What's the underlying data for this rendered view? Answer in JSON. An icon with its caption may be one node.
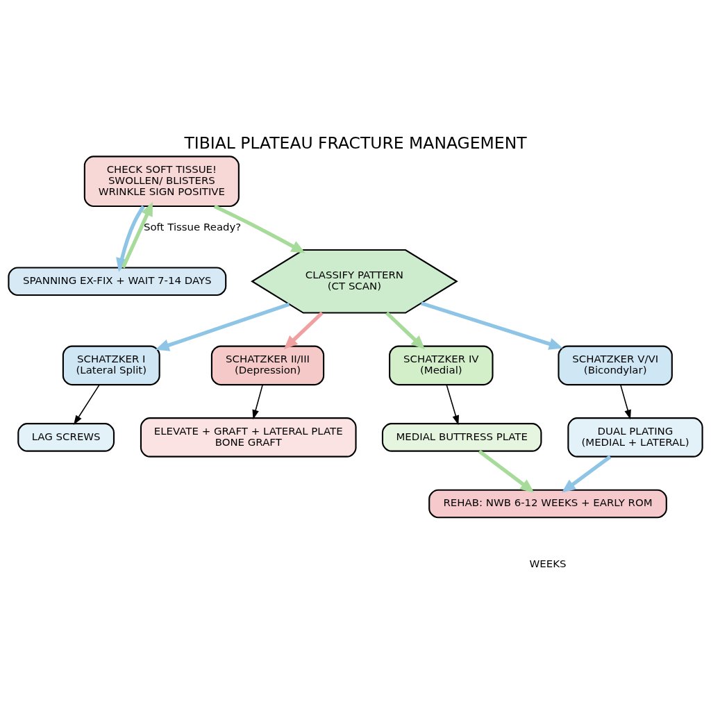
{
  "diagram": {
    "title": "TIBIAL PLATEAU FRACTURE MANAGEMENT",
    "nodes": [
      {
        "text": [
          "CHECK SOFT TISSUE!",
          "SWOLLEN/ BLISTERS",
          "WRINKLE SIGN POSITIVE"
        ]
      },
      {
        "text": [
          "SPANNING EX-FIX + WAIT 7-14 DAYS"
        ]
      },
      {
        "text": [
          "CLASSIFY PATTERN",
          "(CT SCAN)"
        ]
      },
      {
        "text": [
          "SCHATZKER I",
          "(Lateral Split)"
        ]
      },
      {
        "text": [
          "LAG SCREWS"
        ]
      },
      {
        "text": [
          "SCHATZKER II/III",
          "(Depression)"
        ]
      },
      {
        "text": [
          "ELEVATE + GRAFT + LATERAL PLATE",
          "BONE GRAFT"
        ]
      },
      {
        "text": [
          "SCHATZKER IV",
          "(Medial)"
        ]
      },
      {
        "text": [
          "MEDIAL BUTTRESS PLATE"
        ]
      },
      {
        "text": [
          "SCHATZKER V/VI",
          "(Bicondylar)"
        ]
      },
      {
        "text": [
          "DUAL PLATING",
          "(MEDIAL + LATERAL)"
        ]
      },
      {
        "text": [
          "REHAB: NWB 6-12 WEEKS + EARLY ROM"
        ]
      }
    ],
    "edges": [
      {
        "from": 0,
        "to": 1,
        "arrow": "to",
        "color": "#8ec5e6"
      },
      {
        "from": 1,
        "to": 0,
        "arrow": "to",
        "label": "Soft Tissue Ready?",
        "color": "#a6db9a"
      },
      {
        "from": 0,
        "to": 2,
        "arrow": "to",
        "color": "#a6db9a"
      },
      {
        "from": 2,
        "to": 3,
        "arrow": "to",
        "color": "#8ec5e6"
      },
      {
        "from": 2,
        "to": 5,
        "arrow": "to",
        "color": "#f0a0a0"
      },
      {
        "from": 2,
        "to": 7,
        "arrow": "to",
        "color": "#a6db9a"
      },
      {
        "from": 2,
        "to": 9,
        "arrow": "to",
        "color": "#8ec5e6"
      },
      {
        "from": 3,
        "to": 4,
        "arrow": "to",
        "color": "#000000"
      },
      {
        "from": 5,
        "to": 6,
        "arrow": "to",
        "color": "#000000"
      },
      {
        "from": 7,
        "to": 8,
        "arrow": "to",
        "color": "#000000"
      },
      {
        "from": 9,
        "to": 10,
        "arrow": "to",
        "color": "#000000"
      },
      {
        "from": 8,
        "to": 11,
        "arrow": "to",
        "color": "#a6db9a"
      },
      {
        "from": 10,
        "to": 11,
        "arrow": "to",
        "color": "#8ec5e6"
      }
    ],
    "labels": [
      "WEEKS"
    ]
  }
}
